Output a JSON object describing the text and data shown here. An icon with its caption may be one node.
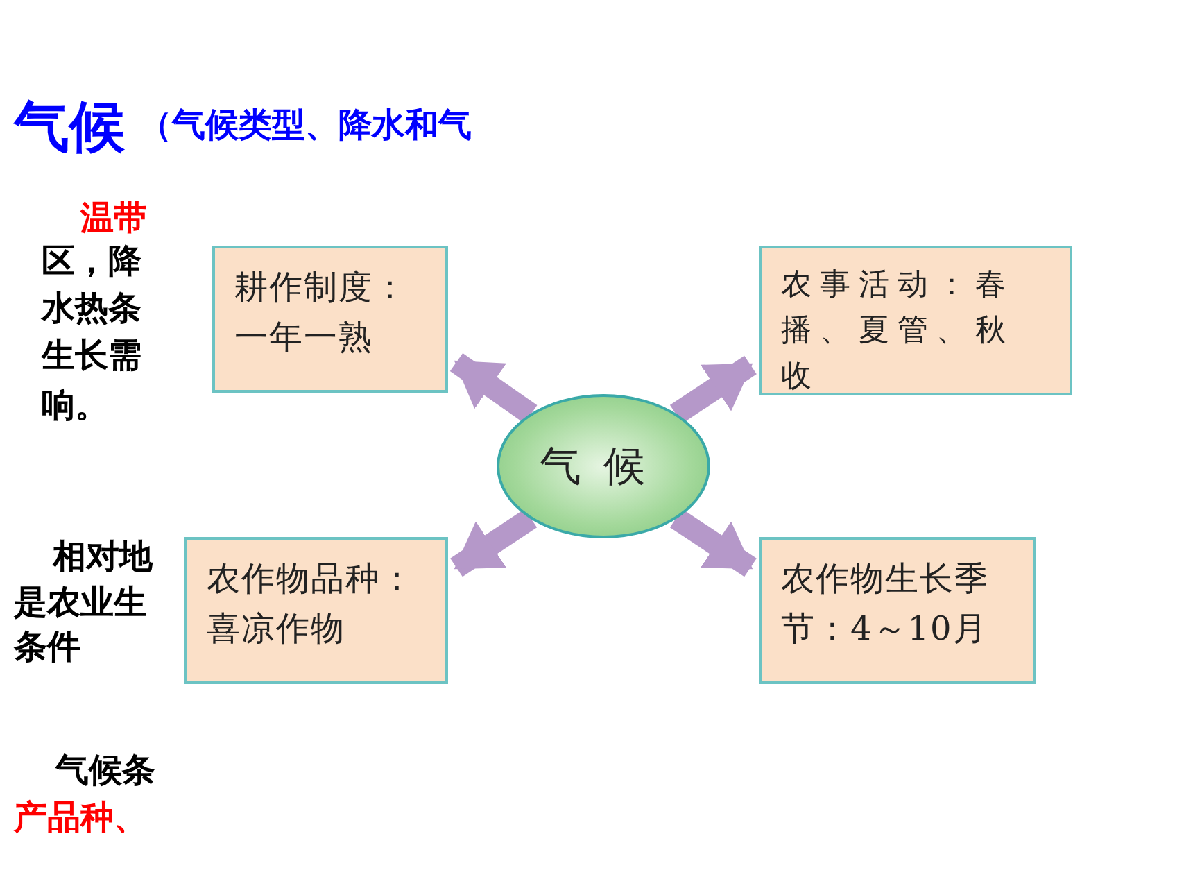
{
  "diagram": {
    "title": "气候",
    "nodes": [
      {
        "text": [
          "耕作制度：一年一熟"
        ]
      },
      {
        "text": [
          "农事活动：春播、夏管、秋收"
        ]
      },
      {
        "text": [
          "气候"
        ]
      },
      {
        "text": [
          "农作物品种：喜凉作物"
        ]
      },
      {
        "text": [
          "农作物生长季节：4～10月"
        ]
      }
    ],
    "edges": [
      {
        "from": 2,
        "to": 0,
        "arrow": "to"
      },
      {
        "from": 2,
        "to": 1,
        "arrow": "to"
      },
      {
        "from": 2,
        "to": 3,
        "arrow": "to"
      },
      {
        "from": 2,
        "to": 4,
        "arrow": "to"
      }
    ],
    "labels": [
      "（气候类型、降水和气",
      "温带",
      "区，降",
      "水热条",
      "生长需",
      "响。",
      "相对地",
      "是农业生",
      "条件",
      "气候条",
      "产品种、"
    ]
  }
}
